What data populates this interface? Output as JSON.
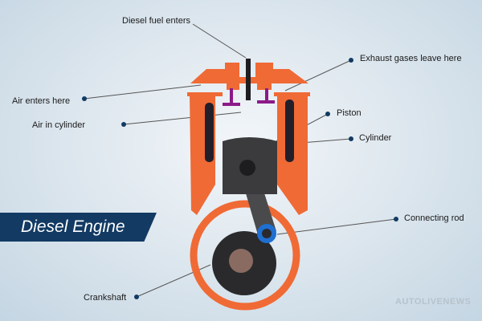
{
  "title": "Diesel Engine",
  "watermark": "AUTOLIVENEWS",
  "labels": {
    "fuel": "Diesel fuel enters",
    "exhaust": "Exhaust gases leave here",
    "air_enters": "Air enters here",
    "air_cylinder": "Air in cylinder",
    "piston": "Piston",
    "cylinder": "Cylinder",
    "rod": "Connecting rod",
    "crankshaft": "Crankshaft"
  },
  "colors": {
    "engine": "#f06a35",
    "valve": "#8b1a89",
    "piston": "#3b3b3d",
    "banner": "#123a63",
    "bearing": "#1f6fd1"
  }
}
